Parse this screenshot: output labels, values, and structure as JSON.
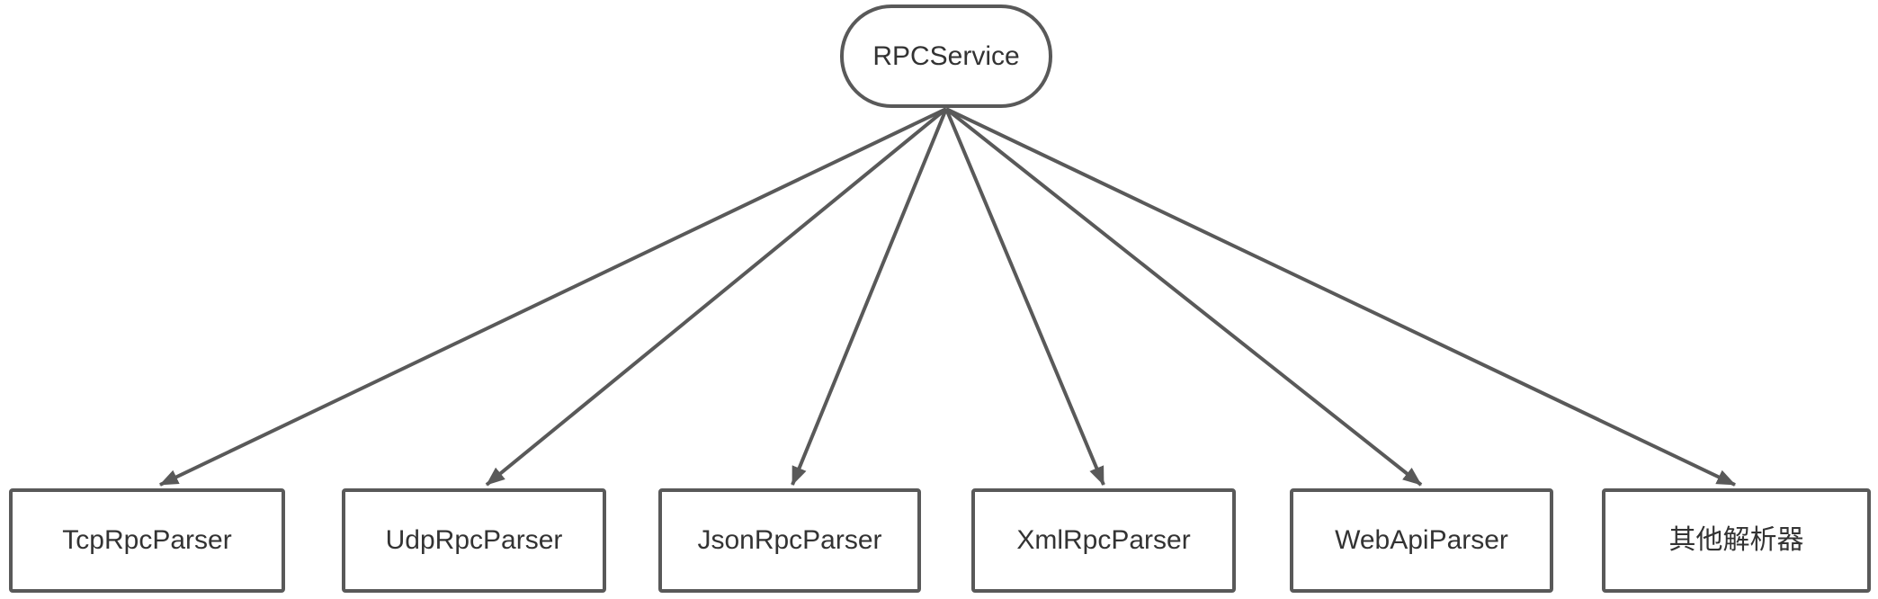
{
  "diagram": {
    "root": {
      "label": "RPCService",
      "shape": "rounded-pill"
    },
    "children": [
      {
        "label": "TcpRpcParser",
        "shape": "rectangle"
      },
      {
        "label": "UdpRpcParser",
        "shape": "rectangle"
      },
      {
        "label": "JsonRpcParser",
        "shape": "rectangle"
      },
      {
        "label": "XmlRpcParser",
        "shape": "rectangle"
      },
      {
        "label": "WebApiParser",
        "shape": "rectangle"
      },
      {
        "label": "其他解析器",
        "shape": "rectangle"
      }
    ],
    "edges": [
      {
        "from": "RPCService",
        "to": "TcpRpcParser",
        "arrow": "target"
      },
      {
        "from": "RPCService",
        "to": "UdpRpcParser",
        "arrow": "target"
      },
      {
        "from": "RPCService",
        "to": "JsonRpcParser",
        "arrow": "target"
      },
      {
        "from": "RPCService",
        "to": "XmlRpcParser",
        "arrow": "target"
      },
      {
        "from": "RPCService",
        "to": "WebApiParser",
        "arrow": "target"
      },
      {
        "from": "RPCService",
        "to": "其他解析器",
        "arrow": "target"
      }
    ],
    "colors": {
      "stroke": "#595959",
      "text": "#333333",
      "fill": "#ffffff",
      "background": "#ffffff"
    }
  }
}
